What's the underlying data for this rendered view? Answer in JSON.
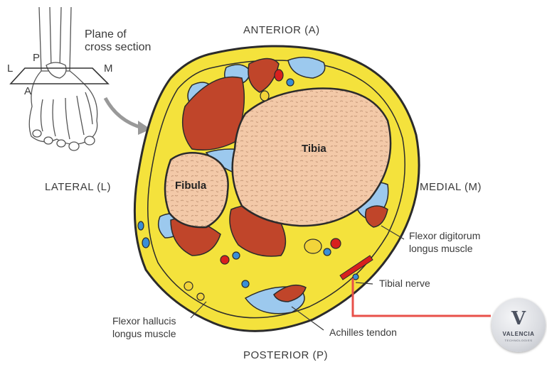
{
  "labels": {
    "anterior": "ANTERIOR (A)",
    "posterior": "POSTERIOR (P)",
    "lateral": "LATERAL (L)",
    "medial": "MEDIAL (M)",
    "tibia": "Tibia",
    "fibula": "Fibula",
    "plane_line1": "Plane of",
    "plane_line2": "cross section",
    "inset_L": "L",
    "inset_P": "P",
    "inset_M": "M",
    "inset_A": "A",
    "fdl_line1": "Flexor digitorum",
    "fdl_line2": "longus muscle",
    "tibial_nerve": "Tibial nerve",
    "achilles": "Achilles tendon",
    "fhl_line1": "Flexor hallucis",
    "fhl_line2": "longus muscle"
  },
  "logo": {
    "mark": "V",
    "name": "VALENCIA",
    "sub": "TECHNOLOGIES"
  },
  "colors": {
    "fat": "#f4e23c",
    "outline": "#2b2b2b",
    "muscle": "#c0452a",
    "tendon": "#9cc9ee",
    "bone": "#f3c9a8",
    "artery": "#d8201e",
    "vein": "#3a8fd6",
    "nerve": "#f2d43a",
    "pointer": "#e8504a"
  }
}
